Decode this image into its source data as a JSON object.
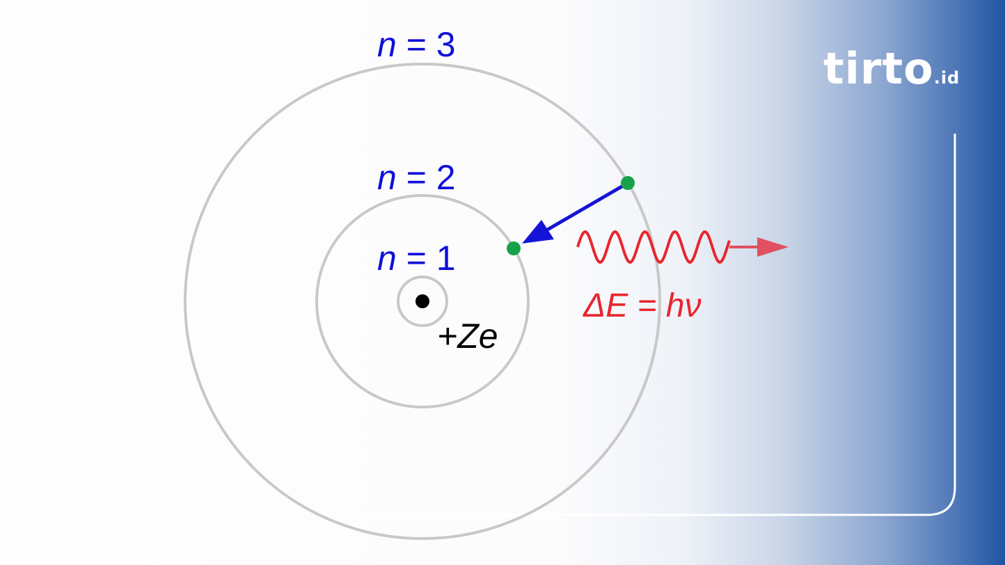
{
  "diagram": {
    "orbit_labels": [
      {
        "n_symbol": "n",
        "rest": " = 1"
      },
      {
        "n_symbol": "n",
        "rest": " = 2"
      },
      {
        "n_symbol": "n",
        "rest": " = 3"
      }
    ],
    "nucleus_label": "+Ze",
    "energy_label": "ΔE = hν",
    "colors": {
      "orbit": "#c8c8c8",
      "label": "#1010d8",
      "electron": "#17a24a",
      "transition_arrow": "#1414d6",
      "photon": "#e8262e",
      "nucleus": "#000000"
    }
  },
  "logo": {
    "main": "tirto",
    "suffix": ".id"
  }
}
